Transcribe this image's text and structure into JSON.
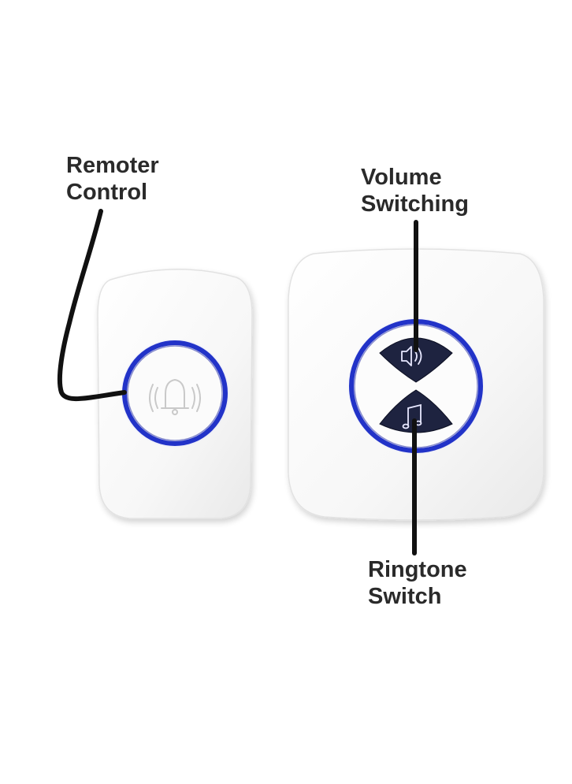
{
  "labels": {
    "remote_control": {
      "line1": "Remoter",
      "line2": "Control"
    },
    "volume_switching": {
      "line1": "Volume",
      "line2": "Switching"
    },
    "ringtone_switch": {
      "line1": "Ringtone",
      "line2": "Switch"
    }
  },
  "icons": {
    "remote_button": "bell-icon",
    "volume_button": "speaker-icon",
    "ringtone_button": "music-note-icon"
  },
  "colors": {
    "ring_blue": "#2233c8",
    "button_navy": "#1e2340",
    "device_white": "#f6f6f6",
    "leader_line": "#111111",
    "label_text": "#2a2a2a"
  }
}
